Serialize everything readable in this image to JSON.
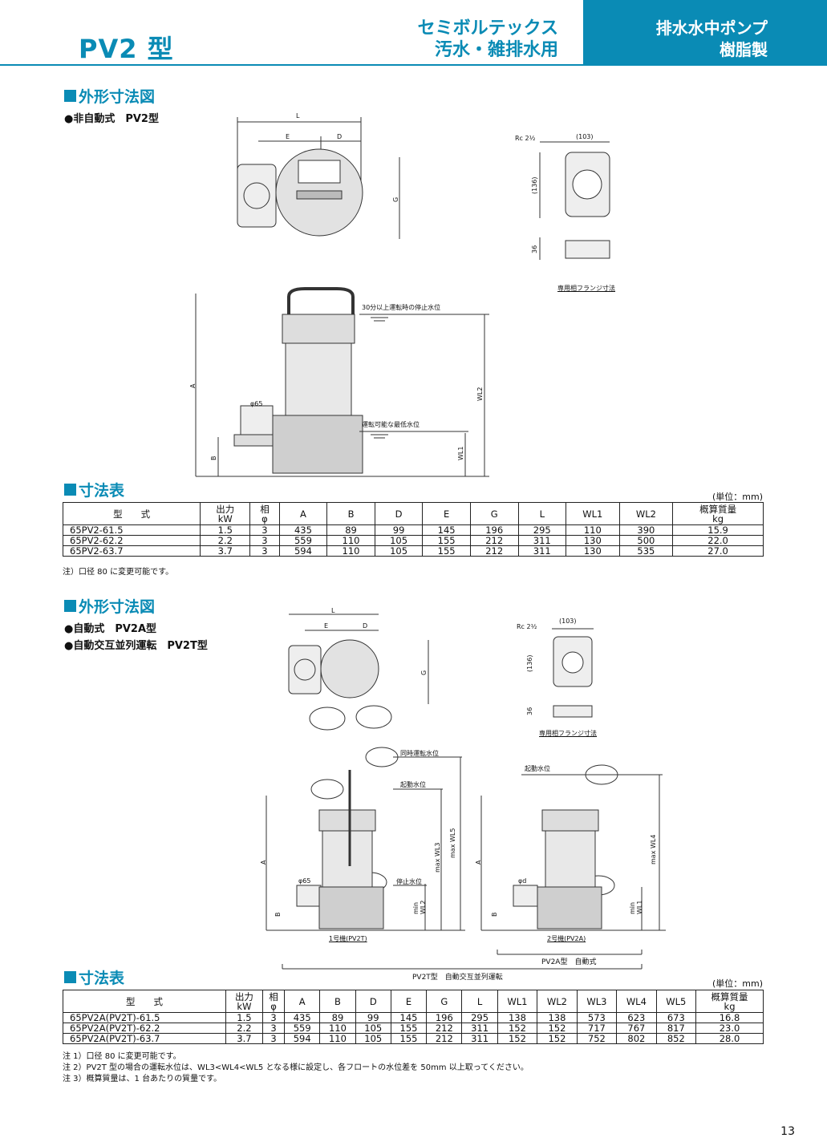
{
  "header": {
    "model": "PV2 型",
    "subtitle1": "セミボルテックス",
    "subtitle2": "汚水・雑排水用",
    "category1": "排水水中ポンプ",
    "category2": "樹脂製"
  },
  "section1": {
    "title": "外形寸法図",
    "bullet": "●非自動式　PV2型",
    "labels": {
      "L": "L",
      "E": "E",
      "D": "D",
      "G": "G",
      "rc": "Rc 2½",
      "w103": "(103)",
      "h136": "(136)",
      "h36": "36",
      "flange": "専用相フランジ寸法",
      "stop": "30分以上運転時の停止水位",
      "phi": "φ65",
      "min": "運転可能な最低水位",
      "A": "A",
      "B": "B",
      "WL2": "WL2",
      "WL1": "WL1"
    }
  },
  "table1": {
    "title": "寸法表",
    "unit": "(単位：mm)",
    "headers": [
      "型　　式",
      "出力\nkW",
      "相\nφ",
      "A",
      "B",
      "D",
      "E",
      "G",
      "L",
      "WL1",
      "WL2",
      "概算質量\nkg"
    ],
    "rows": [
      [
        "65PV2-61.5",
        "1.5",
        "3",
        "435",
        "89",
        "99",
        "145",
        "196",
        "295",
        "110",
        "390",
        "15.9"
      ],
      [
        "65PV2-62.2",
        "2.2",
        "3",
        "559",
        "110",
        "105",
        "155",
        "212",
        "311",
        "130",
        "500",
        "22.0"
      ],
      [
        "65PV2-63.7",
        "3.7",
        "3",
        "594",
        "110",
        "105",
        "155",
        "212",
        "311",
        "130",
        "535",
        "27.0"
      ]
    ],
    "note": "注）口径 80 に変更可能です。"
  },
  "section2": {
    "title": "外形寸法図",
    "bullet1": "●自動式　PV2A型",
    "bullet2": "●自動交互並列運転　PV2T型",
    "labels": {
      "L": "L",
      "E": "E",
      "D": "D",
      "G": "G",
      "rc": "Rc 2½",
      "w103": "(103)",
      "h136": "(136)",
      "h36": "36",
      "flange": "専用相フランジ寸法",
      "simul": "同時運転水位",
      "start1": "起動水位",
      "stop": "停止水位",
      "phi": "φ65",
      "A1": "A",
      "B1": "B",
      "maxWL3": "max WL3",
      "maxWL5": "max WL5",
      "minWL2": "min WL2",
      "unit1": "1号機(PV2T)",
      "start2": "起動水位",
      "phid": "φd",
      "A2": "A",
      "B2": "B",
      "maxWL4": "max WL4",
      "minWL1": "min WL1",
      "unit2": "2号機(PV2A)",
      "pv2a": "PV2A型　自動式",
      "pv2t": "PV2T型　自動交互並列運転"
    }
  },
  "table2": {
    "title": "寸法表",
    "unit": "(単位：mm)",
    "headers": [
      "型　　式",
      "出力\nkW",
      "相\nφ",
      "A",
      "B",
      "D",
      "E",
      "G",
      "L",
      "WL1",
      "WL2",
      "WL3",
      "WL4",
      "WL5",
      "概算質量\nkg"
    ],
    "rows": [
      [
        "65PV2A(PV2T)-61.5",
        "1.5",
        "3",
        "435",
        "89",
        "99",
        "145",
        "196",
        "295",
        "138",
        "138",
        "573",
        "623",
        "673",
        "16.8"
      ],
      [
        "65PV2A(PV2T)-62.2",
        "2.2",
        "3",
        "559",
        "110",
        "105",
        "155",
        "212",
        "311",
        "152",
        "152",
        "717",
        "767",
        "817",
        "23.0"
      ],
      [
        "65PV2A(PV2T)-63.7",
        "3.7",
        "3",
        "594",
        "110",
        "105",
        "155",
        "212",
        "311",
        "152",
        "152",
        "752",
        "802",
        "852",
        "28.0"
      ]
    ],
    "notes": [
      "注 1）口径 80 に変更可能です。",
      "注 2）PV2T 型の場合の運転水位は、WL3<WL4<WL5 となる様に設定し、各フロートの水位差を 50mm 以上取ってください。",
      "注 3）概算質量は、1 台あたりの質量です。"
    ]
  },
  "page_number": "13"
}
